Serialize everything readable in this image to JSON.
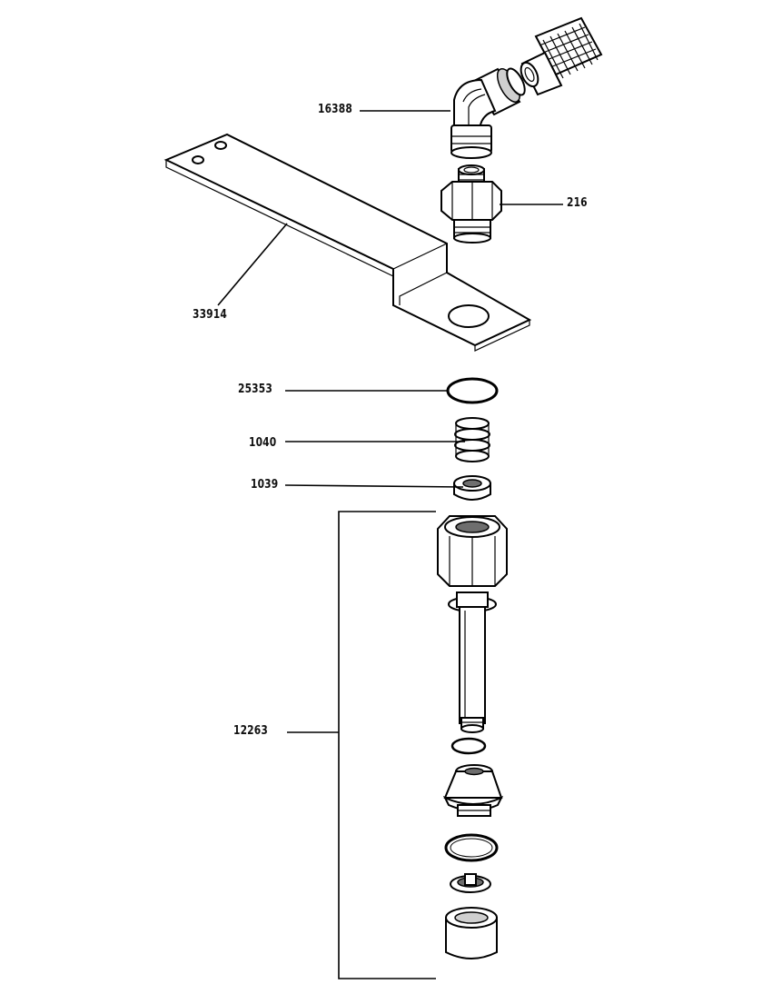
{
  "callouts": {
    "p16388": "16388",
    "p216": "216",
    "p33914": "33914",
    "p25353": "25353",
    "p1040": "1040",
    "p1039": "1039",
    "p12263": "12263"
  }
}
